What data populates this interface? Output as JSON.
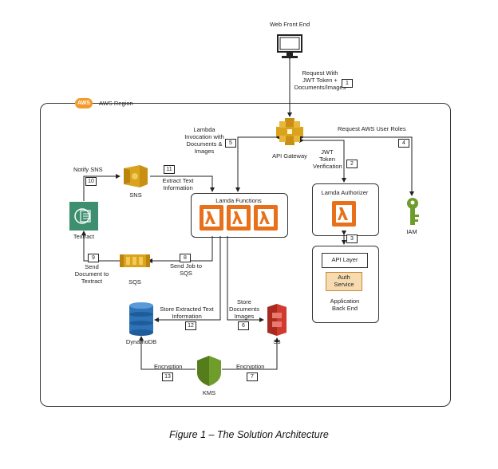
{
  "region_label": "AWS Region",
  "aws_badge": "AWS",
  "nodes": {
    "web_front_end": "Web Front End",
    "api_gateway": "API Gateway",
    "lambda_functions": "Lamda Functions",
    "lambda_authorizer": "Lamda Authorizer",
    "api_layer": "API Layer",
    "auth_service": "Auth\nService",
    "app_back_end": "Application\nBack End",
    "iam": "IAM",
    "sns": "SNS",
    "sqs": "SQS",
    "textract": "Textract",
    "dynamodb": "DynamoDB",
    "s3": "S3",
    "kms": "KMS"
  },
  "edges": {
    "e1": {
      "num": "1",
      "label": "Request With\nJWT Token +\nDocuments/Images"
    },
    "e2": {
      "num": "2",
      "label": "JWT\nToken\nVerification"
    },
    "e3": {
      "num": "3",
      "label": ""
    },
    "e4": {
      "num": "4",
      "label": "Request AWS User Roles"
    },
    "e5": {
      "num": "5",
      "label": "Lambda\nInvocation with\nDocuments &\nImages"
    },
    "e6": {
      "num": "6",
      "label": "Store\nDocuments\nImages"
    },
    "e7": {
      "num": "7",
      "label": "Encryption"
    },
    "e8": {
      "num": "8",
      "label": "Send Job to\nSQS"
    },
    "e9": {
      "num": "9",
      "label": "Send\nDocument to\nTextract"
    },
    "e10": {
      "num": "10",
      "label": "Notify SNS"
    },
    "e11": {
      "num": "11",
      "label": "Extract Text\nInformation"
    },
    "e12": {
      "num": "12",
      "label": "Store Extracted Text\nInformation"
    },
    "e13": {
      "num": "13",
      "label": "Encryption"
    }
  },
  "caption": "Figure 1 – The Solution Architecture",
  "colors": {
    "lambda": "#e8701a",
    "apigw": "#d9a31c",
    "sns": "#d9a31c",
    "sqs": "#d9a31c",
    "textract": "#3d8f6f",
    "dynamodb": "#2e73b8",
    "s3": "#d13b2f",
    "kms": "#6e9d2b",
    "iam": "#6e9d2b",
    "auth_service_fill": "#f7dbb0",
    "aws_badge": "#f39a2b"
  }
}
